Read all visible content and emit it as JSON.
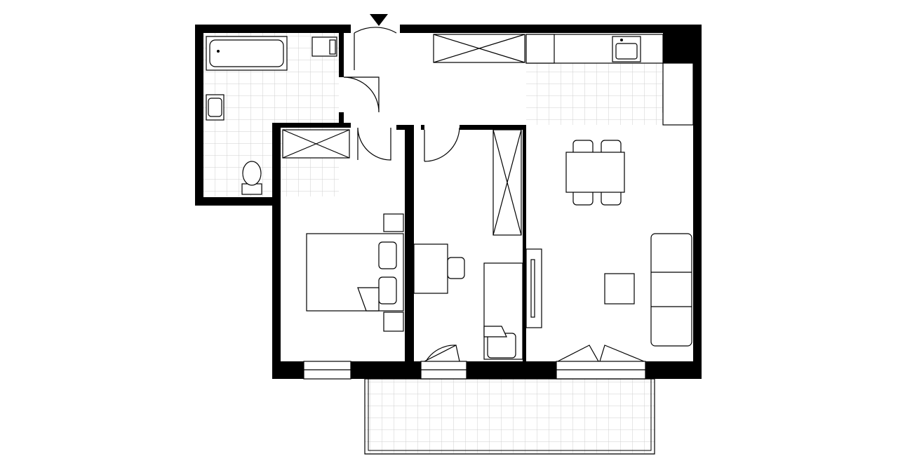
{
  "plan": {
    "colors": {
      "wall": "#000000",
      "background": "#ffffff",
      "tile_grid": "#cfcfcf",
      "furniture_stroke": "#000000"
    },
    "rooms": [
      "bathroom",
      "hall",
      "kitchen",
      "living-room",
      "bedroom",
      "office",
      "balcony"
    ],
    "icons": [
      "entrance-arrow-icon",
      "bathtub-icon",
      "washbasin-icon",
      "toilet-icon",
      "washing-machine-icon",
      "wardrobe-icon",
      "kitchen-sink-icon",
      "stove-icon",
      "dining-table-icon",
      "sofa-icon",
      "coffee-table-icon",
      "bed-icon",
      "desk-icon",
      "tv-icon"
    ]
  }
}
